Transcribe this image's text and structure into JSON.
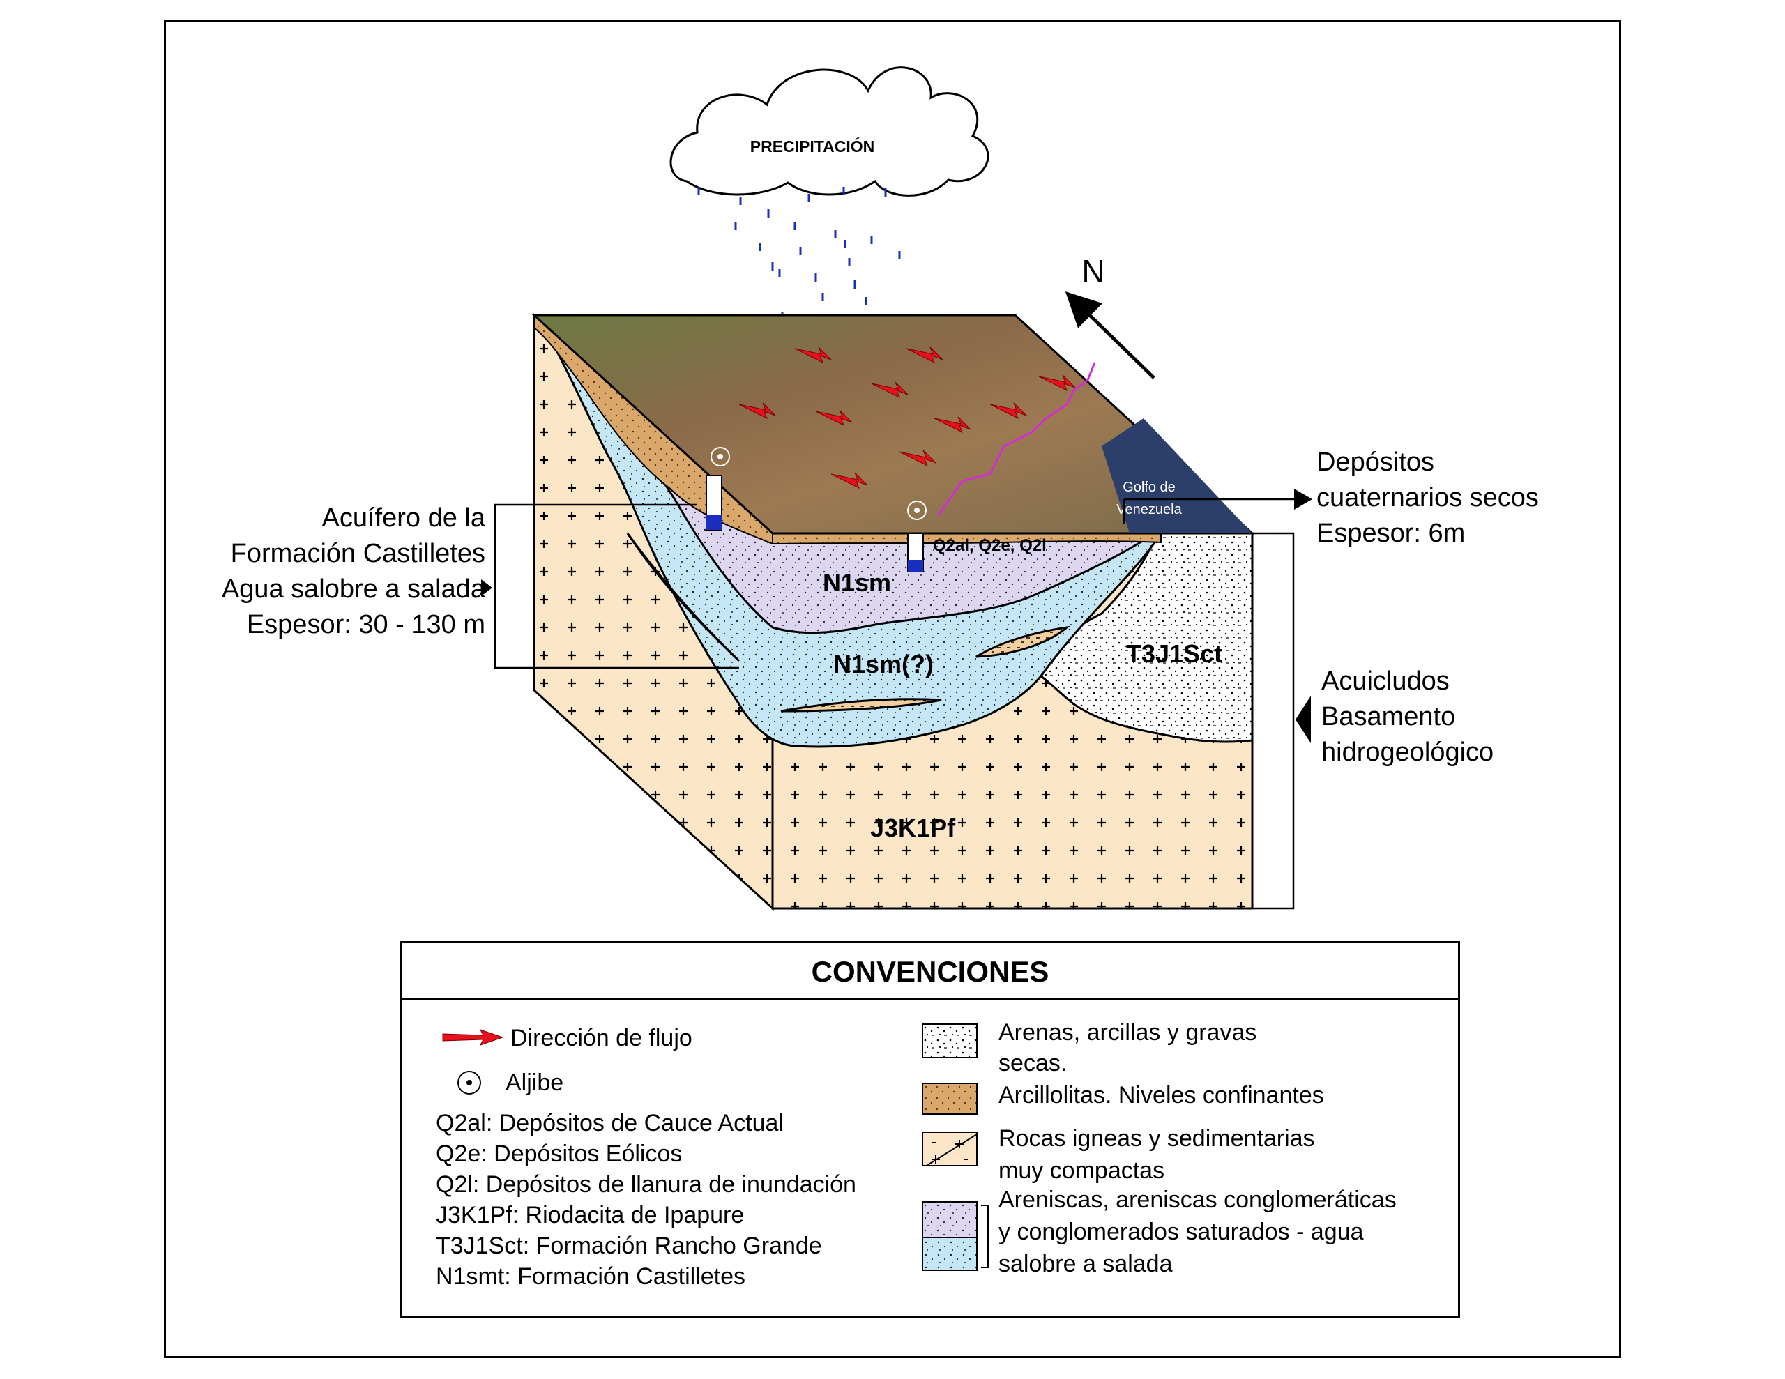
{
  "diagram": {
    "precipitation": "PRECIPITACIÓN",
    "north": "N",
    "gulf": [
      "Golfo de",
      "Venezuela"
    ],
    "units": {
      "n1sm": "N1sm",
      "n1sm_q": "N1sm(?)",
      "t3j1sct": "T3J1Sct",
      "j3k1pf": "J3K1Pf",
      "quaternary": "Q2al, Q2e, Q2l"
    },
    "callouts": {
      "aquifer": [
        "Acuífero de la",
        "Formación Castilletes",
        "Agua salobre a salada",
        "Espesor: 30 - 130 m"
      ],
      "deposits": [
        "Depósitos",
        "cuaternarios secos",
        "Espesor: 6m"
      ],
      "aquicludes": [
        "Acuicludos",
        "Basamento",
        "hidrogeológico"
      ]
    },
    "colors": {
      "sand_beige": "#fbe6c8",
      "clay_brown": "#d9a86a",
      "purple_layer": "#ddd6f0",
      "blue_layer": "#c5e6f5",
      "flow_arrow": "#e8101c",
      "gulf": "#2c3e6a"
    }
  },
  "legend": {
    "title": "CONVENCIONES",
    "flow": "Dirección de flujo",
    "well": "Aljibe",
    "codes": [
      "Q2al: Depósitos de Cauce Actual",
      "Q2e: Depósitos Eólicos",
      "Q2l: Depósitos de llanura de inundación",
      "J3K1Pf: Riodacita de Ipapure",
      "T3J1Sct: Formación Rancho Grande",
      "N1smt: Formación Castilletes"
    ],
    "materials": {
      "dry": [
        "Arenas, arcillas y gravas",
        "secas."
      ],
      "clay": "Arcillolitas. Niveles confinantes",
      "rocks": [
        "Rocas igneas y sedimentarias",
        "muy compactas"
      ],
      "saturated": [
        "Areniscas, areniscas conglomeráticas",
        "y conglomerados saturados - agua",
        "salobre a salada"
      ]
    }
  }
}
